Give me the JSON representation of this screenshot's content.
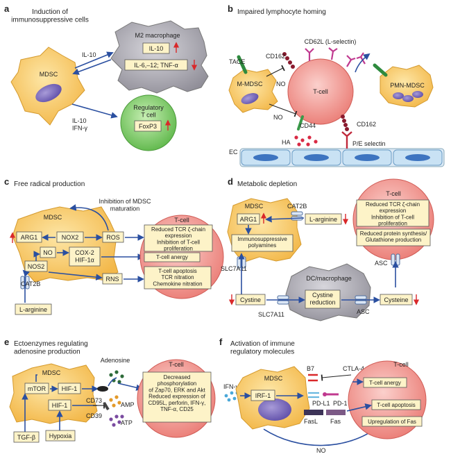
{
  "colors": {
    "mdsc": "#f7c25a",
    "tcell": "#ef8a84",
    "macrophage": "#a3a1a9",
    "treg": "#7ccc62",
    "endothelium": "#c9e2f4",
    "box": "#fdf3c8",
    "arrow": "#2a4fa0",
    "up_arrow": "#d9282a"
  },
  "panels": {
    "a": {
      "letter": "a",
      "title": "Induction of\nimmunosuppressive cells",
      "mdsc": "MDSC",
      "macrophage": "M2 macrophage",
      "il10_box": "IL-10",
      "il6_box": "IL-6,–12; TNF-α",
      "il10_arrow": "IL-10",
      "treg_arrow": "IL-10\nIFN-γ",
      "treg": "Regulatory\nT cell",
      "foxp3": "FoxP3"
    },
    "b": {
      "letter": "b",
      "title": "Impaired lymphocyte homing",
      "cd62l": "CD62L (L-selectin)",
      "cd162_top": "CD162",
      "tace": "TACE",
      "mmdsc": "M-MDSC",
      "no1": "NO",
      "no2": "NO",
      "tcell": "T-cell",
      "pmn": "PMN-MDSC",
      "cd44": "CD44",
      "cd162_bottom": "CD162",
      "ha": "HA",
      "pe": "P/E selectin",
      "ec": "EC"
    },
    "c": {
      "letter": "c",
      "title": "Free radical production",
      "inhibition": "Inhibition of MDSC\nmaturation",
      "mdsc": "MDSC",
      "arg1": "ARG1",
      "nox2": "NOX2",
      "ros": "ROS",
      "no": "NO",
      "cox2": "COX-2\nHIF-1α",
      "nos2": "NOS2",
      "rns": "RNS",
      "cat2b": "CAT2B",
      "larg": "L-arginine",
      "tcell": "T-cell",
      "eff1": "Reduced TCR ζ-chain\nexpression\nInhibition of T-cell\nproliferation",
      "eff2": "T-cell anergy",
      "eff3": "T-cell apoptosis\nTCR nitration\nChemokine nitration"
    },
    "d": {
      "letter": "d",
      "title": "Metabolic depletion",
      "mdsc": "MDSC",
      "cat2b": "CAT2B",
      "arg1": "ARG1",
      "larg": "L-arginine",
      "poly": "Immunosuppressive\npolyamines",
      "slc_left": "SLC7A11",
      "tcell": "T-cell",
      "eff1": "Reduced TCR ζ-chain\nexpression\nInhibition of T-cell\nproliferation",
      "eff2": "Reduced protein synthesis/\nGlutathione production",
      "asc_top": "ASC",
      "dc": "DC/macrophage",
      "cystine": "Cystine",
      "reduction": "Cystine\nreduction",
      "cysteine": "Cysteine",
      "slc_bottom": "SLC7A11",
      "asc_bottom": "ASC"
    },
    "e": {
      "letter": "e",
      "title": "Ectoenzymes regulating\nadenosine production",
      "mdsc": "MDSC",
      "mtor": "mTOR",
      "hif1a": "HIF-1",
      "hif1b": "HIF-1",
      "cd73": "CD73",
      "cd39": "CD39",
      "adenosine": "Adenosine",
      "amp": "AMP",
      "atp": "ATP",
      "tgf": "TGF-β",
      "hypoxia": "Hypoxia",
      "tcell": "T-cell",
      "eff": "Decreased\nphosphorylation\nof Zap70, ERK and Akt\nReduced expression of\nCD95L, perforin, IFN-γ,\nTNF-α, CD25"
    },
    "f": {
      "letter": "f",
      "title": "Activation of immune\nregulatory molecules",
      "ifn": "IFN-γ",
      "mdsc": "MDSC",
      "irf1": "IRF-1",
      "b7": "B7",
      "ctla4": "CTLA-4",
      "pd1": "PD-1",
      "pdl1": "PD-L1",
      "fasl": "FasL",
      "fas": "Fas",
      "no": "NO",
      "tcell": "T-cell",
      "eff1": "T-cell anergy",
      "eff2": "T-cell apoptosis",
      "eff3": "Upregulation of Fas"
    }
  }
}
